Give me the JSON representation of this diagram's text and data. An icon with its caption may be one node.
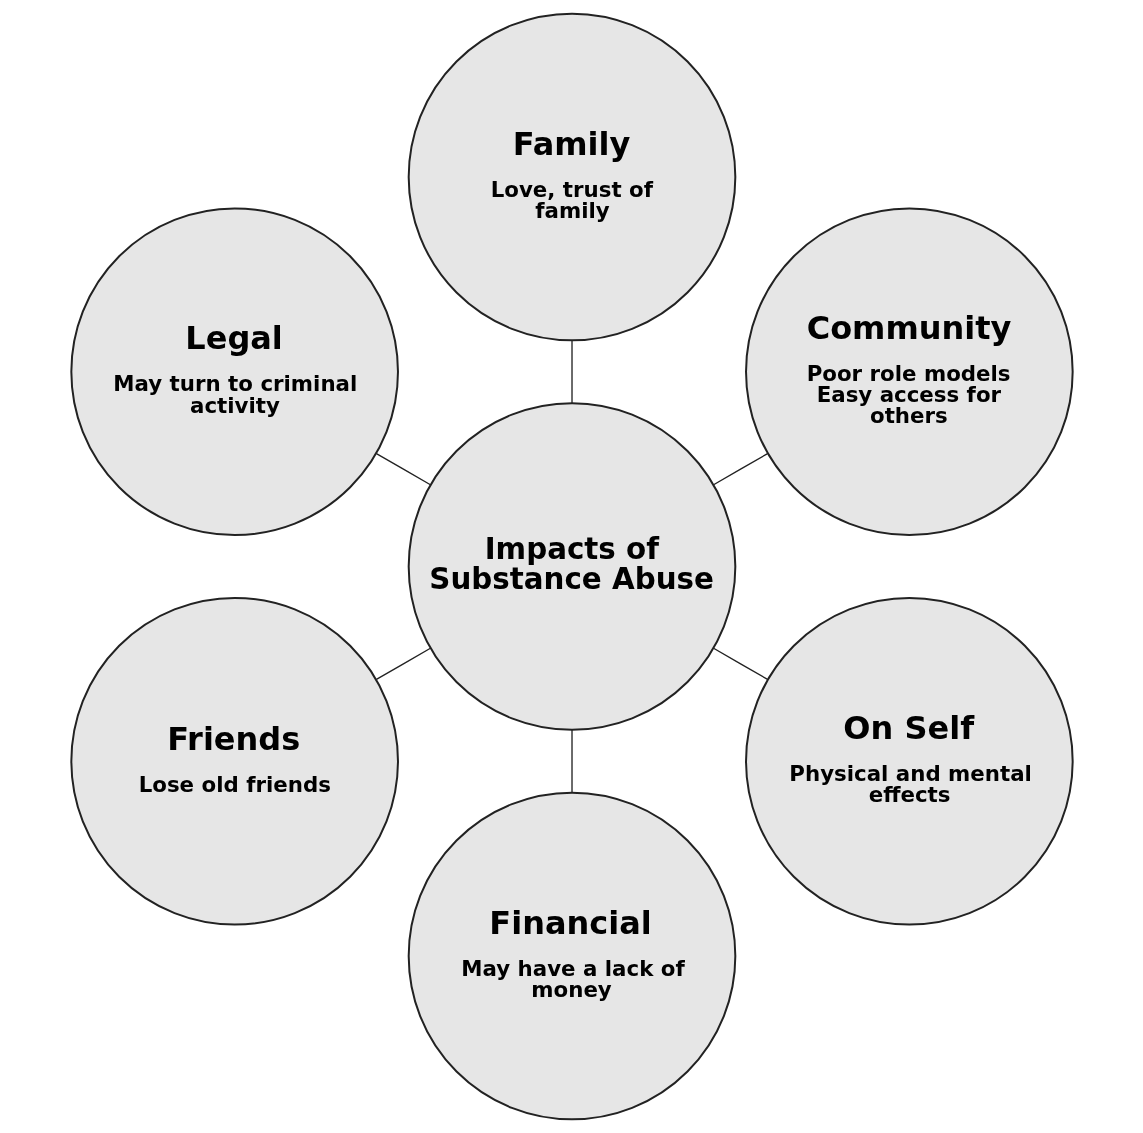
{
  "diagram": {
    "nodes": [
      {
        "text": [
          "Community",
          "Poor role models",
          "Easy access for others"
        ]
      },
      {
        "text": [
          "Family",
          "Love, trust of family"
        ]
      },
      {
        "text": [
          "Legal",
          "May turn to criminal activity"
        ]
      },
      {
        "text": [
          "Impacts of Substance Abuse"
        ]
      },
      {
        "text": [
          "Friends",
          "Lose old friends"
        ]
      },
      {
        "text": [
          "Financial",
          "May have a lack of money"
        ]
      },
      {
        "text": [
          "On Self",
          "Physical and mental effects"
        ]
      }
    ],
    "edges": [
      {
        "from": 3,
        "to": 0,
        "arrow": "none"
      },
      {
        "from": 3,
        "to": 1,
        "arrow": "none"
      },
      {
        "from": 3,
        "to": 2,
        "arrow": "none"
      },
      {
        "from": 3,
        "to": 4,
        "arrow": "none"
      },
      {
        "from": 3,
        "to": 5,
        "arrow": "none"
      },
      {
        "from": 3,
        "to": 6,
        "arrow": "none"
      }
    ]
  }
}
